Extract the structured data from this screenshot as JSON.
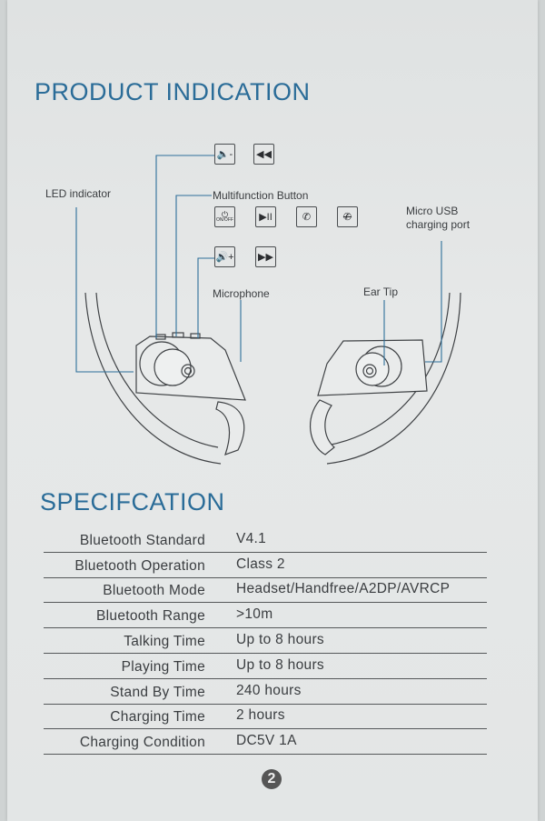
{
  "headings": {
    "product": "PRODUCT INDICATION",
    "spec": "SPECIFCATION"
  },
  "diagram": {
    "labels": {
      "led": "LED indicator",
      "multifunction": "Multifunction Button",
      "usb_line1": "Micro USB",
      "usb_line2": "charging port",
      "microphone": "Microphone",
      "ear_tip": "Ear Tip"
    },
    "buttons": {
      "vol_down": "🔈-",
      "rewind": "◀◀",
      "onoff_text": "ON/OFF",
      "power": "⏻",
      "play_pause": "▶II",
      "call": "✆",
      "hangup": "✆",
      "vol_up": "🔊+",
      "fast_forward": "▶▶"
    }
  },
  "spec": [
    {
      "label": "Bluetooth Standard",
      "value": "V4.1"
    },
    {
      "label": "Bluetooth Operation",
      "value": "Class 2"
    },
    {
      "label": "Bluetooth Mode",
      "value": "Headset/Handfree/A2DP/AVRCP"
    },
    {
      "label": "Bluetooth Range",
      "value": ">10m"
    },
    {
      "label": "Talking Time",
      "value": "Up to 8 hours"
    },
    {
      "label": "Playing Time",
      "value": "Up to 8 hours"
    },
    {
      "label": "Stand By Time",
      "value": "240 hours"
    },
    {
      "label": "Charging Time",
      "value": "2 hours"
    },
    {
      "label": "Charging Condition",
      "value": "DC5V 1A"
    }
  ],
  "page_number": "2",
  "colors": {
    "heading": "#2a6c98",
    "leader": "#2d6f9a"
  }
}
